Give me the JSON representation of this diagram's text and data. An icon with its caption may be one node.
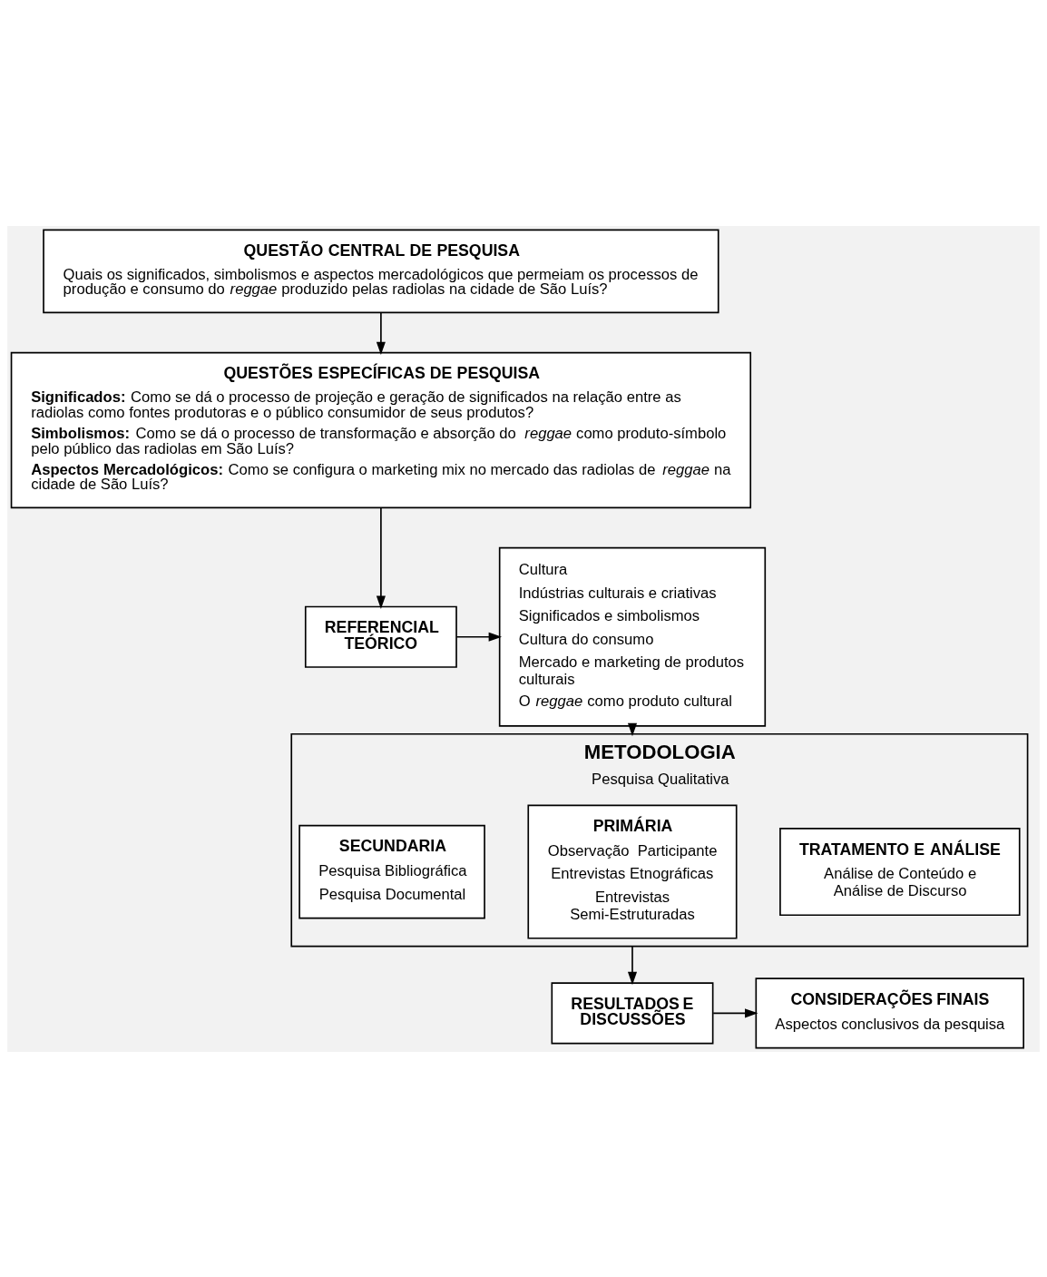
{
  "diagram": {
    "nodes": [
      {
        "text": [
          "QUESTÃO CENTRAL DE PESQUISA",
          "Quais os significados, simbolismos e aspectos mercadológicos que permeiam os processos de produção e consumo do *reggae* produzido pelas radiolas na cidade de São Luís?"
        ]
      },
      {
        "text": [
          "QUESTÕES ESPECÍFICAS DE PESQUISA",
          "**Significados:** Como se dá o processo de projeção e geração de significados na relação entre as radiolas como fontes produtoras e o público consumidor de seus produtos?",
          "**Simbolismos:** Como se dá o processo de transformação e absorção do *reggae* como produto-símbolo pelo público das radiolas em São Luís?",
          "**Aspectos Mercadológicos:** Como se configura o marketing mix no mercado das radiolas de *reggae* na cidade de São Luís?"
        ]
      },
      {
        "text": [
          "REFERENCIAL TEÓRICO"
        ]
      },
      {
        "text": [
          "Cultura",
          "Indústrias culturais e criativas",
          "Significados e simbolismos",
          "Cultura do consumo",
          "Mercado e marketing de produtos culturais",
          "O *reggae* como produto cultural"
        ]
      },
      {
        "text": [
          "METODOLOGIA",
          "Pesquisa Qualitativa"
        ]
      },
      {
        "text": [
          "SECUNDARIA",
          "Pesquisa Bibliográfica",
          "Pesquisa Documental"
        ],
        "in": 4
      },
      {
        "text": [
          "PRIMÁRIA",
          "Observação  Participante",
          "Entrevistas Etnográficas",
          "Entrevistas Semi-Estruturadas"
        ],
        "in": 4
      },
      {
        "text": [
          "TRATAMENTO E ANÁLISE",
          "Análise de Conteúdo e Análise de Discurso"
        ],
        "in": 4
      },
      {
        "text": [
          "RESULTADOS E DISCUSSÕES"
        ]
      },
      {
        "text": [
          "CONSIDERAÇÕES FINAIS",
          "Aspectos conclusivos da pesquisa"
        ]
      }
    ],
    "edges": [
      {
        "from": 0,
        "to": 1,
        "arrow": "to"
      },
      {
        "from": 1,
        "to": 2,
        "arrow": "to"
      },
      {
        "from": 2,
        "to": 3,
        "arrow": "to"
      },
      {
        "from": 3,
        "to": 4,
        "arrow": "to"
      },
      {
        "from": 4,
        "to": 8,
        "arrow": "to"
      },
      {
        "from": 8,
        "to": 9,
        "arrow": "to"
      }
    ]
  }
}
